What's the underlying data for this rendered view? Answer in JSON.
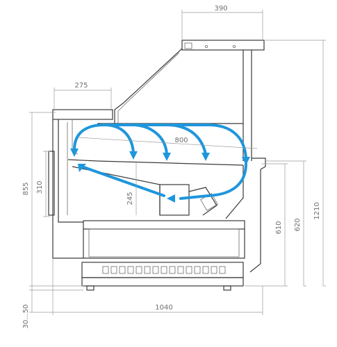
{
  "dimensions": {
    "top_width": "390",
    "front_depth": "275",
    "shelf_depth": "800",
    "overall_height": "855",
    "glass_height": "310",
    "shelf_height": "245",
    "base_height_a": "610",
    "base_height_b": "620",
    "total_height": "1210",
    "total_width": "1040",
    "foot_adjust": "30...50"
  },
  "colors": {
    "airflow": "#1e96dc",
    "outline": "#3a3a3a",
    "dimension": "#9a9a9a"
  }
}
